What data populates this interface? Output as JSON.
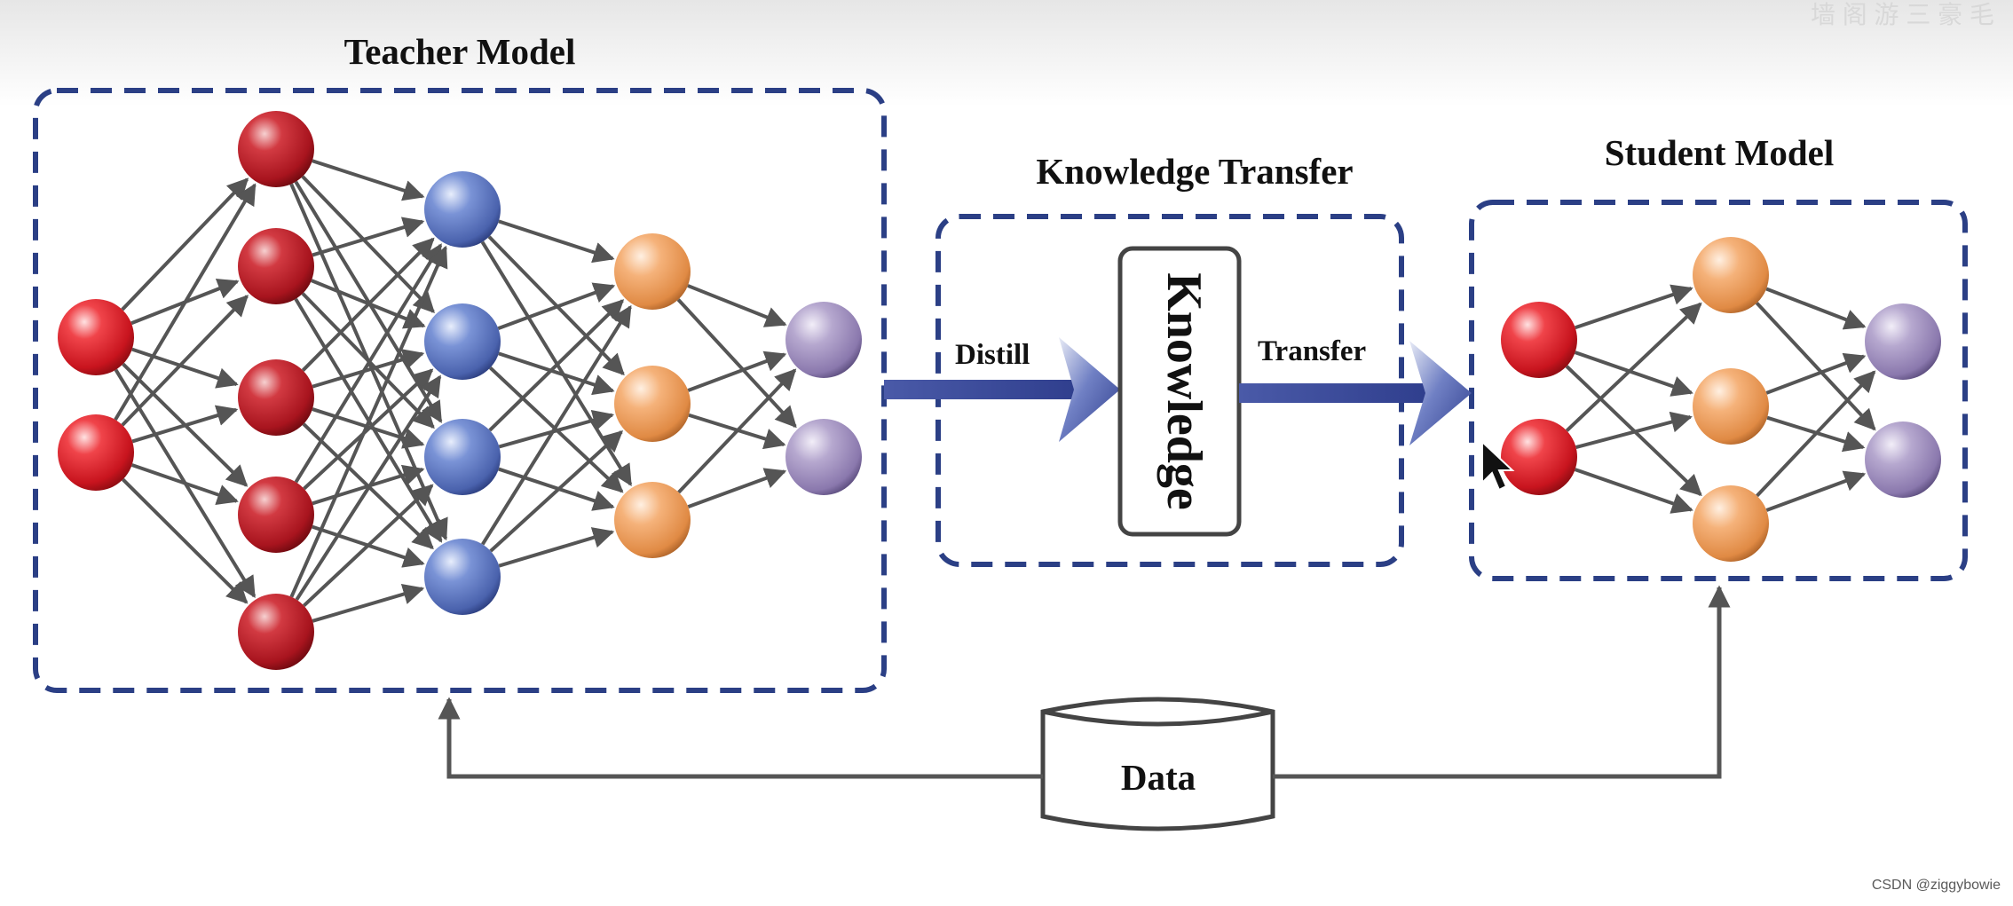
{
  "teacher": {
    "title": "Teacher Model",
    "layers": [
      {
        "color": "red",
        "count": 2
      },
      {
        "color": "darkred",
        "count": 5
      },
      {
        "color": "blue",
        "count": 4
      },
      {
        "color": "orange",
        "count": 3
      },
      {
        "color": "purple",
        "count": 2
      }
    ]
  },
  "transfer": {
    "title": "Knowledge Transfer",
    "distill_label": "Distill",
    "knowledge_label": "Knowledge",
    "transfer_label": "Transfer"
  },
  "student": {
    "title": "Student Model",
    "layers": [
      {
        "color": "red",
        "count": 2
      },
      {
        "color": "orange",
        "count": 3
      },
      {
        "color": "purple",
        "count": 2
      }
    ]
  },
  "data_store": {
    "label": "Data"
  },
  "footer": {
    "watermark": "CSDN @ziggybowie",
    "corner_text": "墙 阁 游 三 豪 毛"
  },
  "colors": {
    "dashed_border": "#2b3f85",
    "arrow_blue": "#3a4a99",
    "connector": "#555555",
    "red": "#d9222e",
    "darkred": "#b8222e",
    "blue": "#5570b8",
    "orange": "#e89a5a",
    "purple": "#9a8ab8"
  }
}
